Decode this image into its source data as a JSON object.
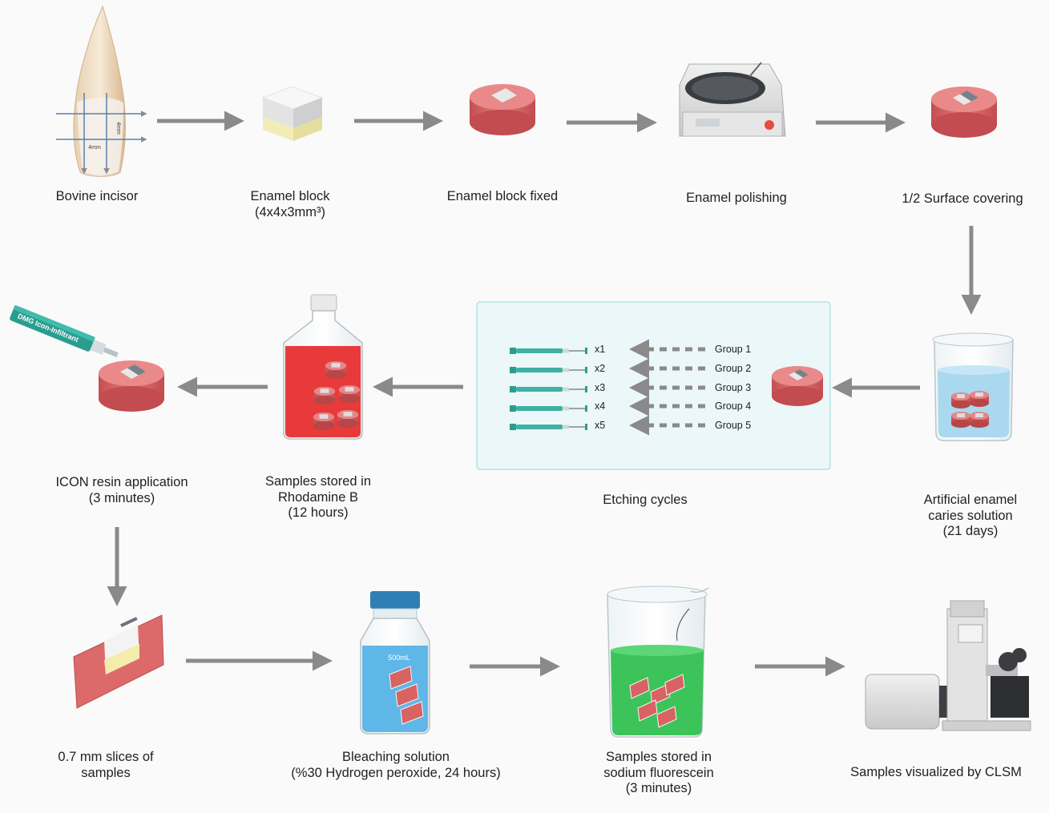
{
  "steps": {
    "bovine_incisor": {
      "lines": [
        "Bovine incisor"
      ],
      "dim_a": "4mm",
      "dim_b": "4mm"
    },
    "enamel_block": {
      "lines": [
        "Enamel block",
        "(4x4x3mm³)"
      ]
    },
    "enamel_block_fixed": {
      "lines": [
        "Enamel block fixed"
      ]
    },
    "enamel_polishing": {
      "lines": [
        "Enamel polishing"
      ]
    },
    "surface_covering": {
      "lines": [
        "1/2 Surface covering"
      ]
    },
    "caries_solution": {
      "lines": [
        "Artificial enamel",
        "caries solution",
        "(21 days)"
      ]
    },
    "etching_cycles": {
      "lines": [
        "Etching cycles"
      ],
      "groups": [
        {
          "count": "x1",
          "name": "Group 1"
        },
        {
          "count": "x2",
          "name": "Group 2"
        },
        {
          "count": "x3",
          "name": "Group 3"
        },
        {
          "count": "x4",
          "name": "Group 4"
        },
        {
          "count": "x5",
          "name": "Group 5"
        }
      ]
    },
    "rhodamine": {
      "lines": [
        "Samples stored in",
        "Rhodamine B",
        "(12 hours)"
      ]
    },
    "icon_resin": {
      "lines": [
        "ICON resin application",
        "(3 minutes)"
      ],
      "syringe_text": "DMG Icon-Infiltrant"
    },
    "slices": {
      "lines": [
        "0.7 mm  slices of",
        "samples"
      ]
    },
    "bleaching": {
      "lines": [
        "Bleaching solution",
        "(%30 Hydrogen peroxide, 24 hours)"
      ],
      "bottle_text": "500mL"
    },
    "fluorescein": {
      "lines": [
        "Samples  stored in",
        "sodium fluorescein",
        "(3 minutes)"
      ]
    },
    "clsm": {
      "lines": [
        "Samples visualized by CLSM"
      ]
    }
  },
  "colors": {
    "arrow": "#8a8a8a",
    "sample_pink": "#dc6a6a",
    "rhodamine_red": "#e83a3a",
    "fluorescein_green": "#3cc45a",
    "solution_blue": "#a9d8ef",
    "panel_bg": "#ebf7f8",
    "panel_border": "#a9dbe3",
    "syringe_teal": "#2a9d8f"
  }
}
